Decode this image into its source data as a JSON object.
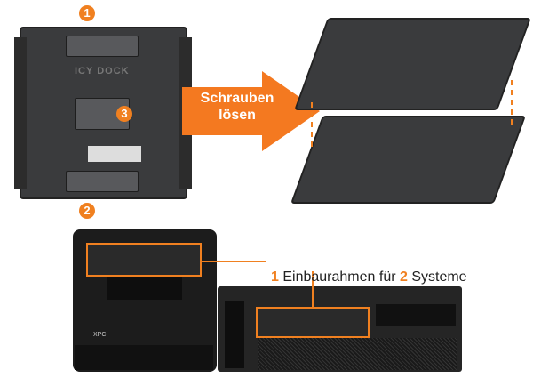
{
  "bracket": {
    "logo": "ICY DOCK",
    "markers": [
      "1",
      "2",
      "3"
    ]
  },
  "arrow": {
    "line1": "Schrauben",
    "line2": "lösen",
    "color": "#f47920"
  },
  "caption": {
    "num1": "1",
    "text1": " Einbaurahmen für ",
    "num2": "2",
    "text2": " Systeme",
    "accent": "#f08020"
  },
  "pc": {
    "brand": "XPC"
  }
}
